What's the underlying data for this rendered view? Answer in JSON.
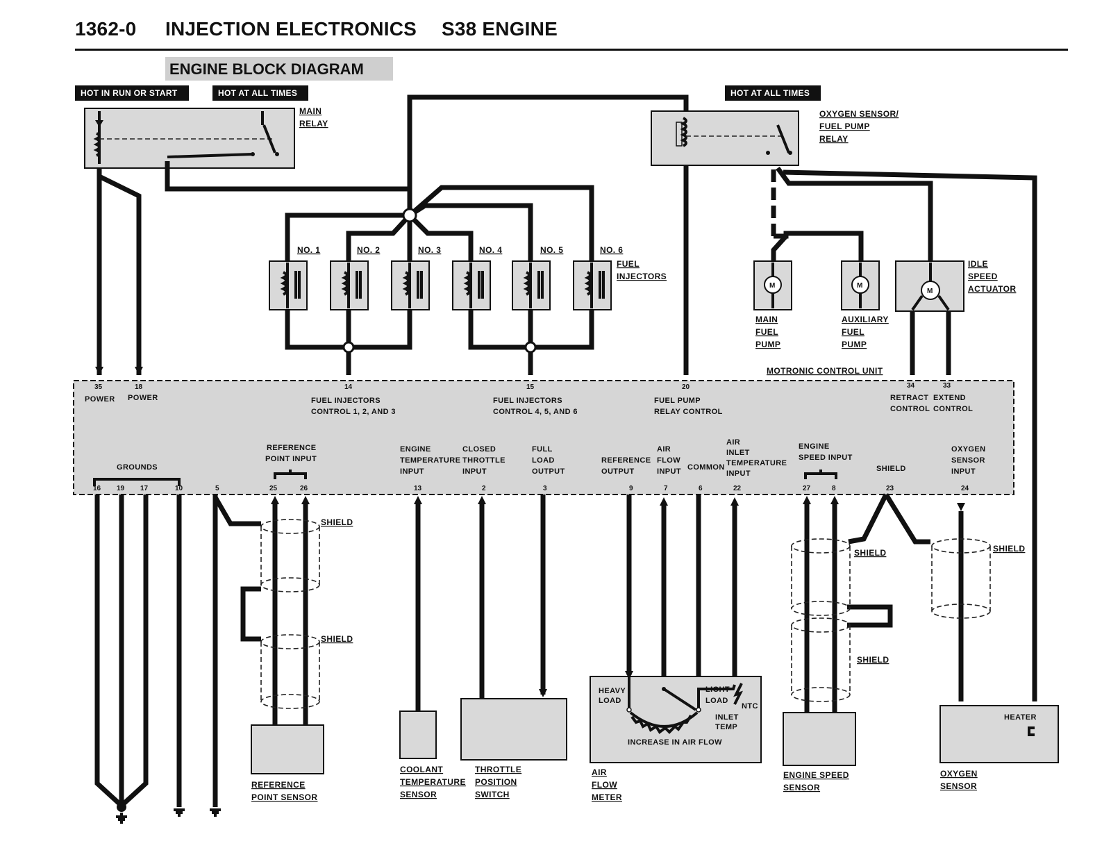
{
  "header": {
    "section": "1362-0",
    "title": "INJECTION ELECTRONICS",
    "engine": "S38 ENGINE"
  },
  "diagram_title": "ENGINE BLOCK DIAGRAM",
  "tags": {
    "hot_run_start": "HOT IN RUN OR START",
    "hot_all_times_1": "HOT AT ALL TIMES",
    "hot_all_times_2": "HOT AT ALL TIMES"
  },
  "relays": {
    "main": [
      "MAIN",
      "RELAY"
    ],
    "oxygen": [
      "OXYGEN SENSOR/",
      "FUEL PUMP",
      "RELAY"
    ]
  },
  "injectors": {
    "labels": [
      "NO. 1",
      "NO. 2",
      "NO. 3",
      "NO. 4",
      "NO. 5",
      "NO. 6"
    ],
    "caption": [
      "FUEL",
      "INJECTORS"
    ]
  },
  "pumps": {
    "motor_symbol": "M",
    "main": [
      "MAIN",
      "FUEL",
      "PUMP"
    ],
    "aux": [
      "AUXILIARY",
      "FUEL",
      "PUMP"
    ],
    "idle": [
      "IDLE",
      "SPEED",
      "ACTUATOR"
    ]
  },
  "ecu": {
    "name": "MOTRONIC CONTROL UNIT",
    "top_pins": [
      {
        "num": "35",
        "label": [
          "POWER"
        ]
      },
      {
        "num": "18",
        "label": [
          "POWER"
        ]
      },
      {
        "num": "14",
        "label": [
          "FUEL INJECTORS",
          "CONTROL 1, 2, AND 3"
        ]
      },
      {
        "num": "15",
        "label": [
          "FUEL INJECTORS",
          "CONTROL 4, 5, AND 6"
        ]
      },
      {
        "num": "20",
        "label": [
          "FUEL PUMP",
          "RELAY CONTROL"
        ]
      },
      {
        "num": "34",
        "label": [
          "RETRACT",
          "CONTROL"
        ]
      },
      {
        "num": "33",
        "label": [
          "EXTEND",
          "CONTROL"
        ]
      }
    ],
    "bottom_labels": {
      "grounds": "GROUNDS",
      "ref_point": [
        "REFERENCE",
        "POINT INPUT"
      ],
      "eng_temp": [
        "ENGINE",
        "TEMPERATURE",
        "INPUT"
      ],
      "closed_throttle": [
        "CLOSED",
        "THROTTLE",
        "INPUT"
      ],
      "full_load": [
        "FULL",
        "LOAD",
        "OUTPUT"
      ],
      "ref_output": [
        "REFERENCE",
        "OUTPUT"
      ],
      "air_flow": [
        "AIR",
        "FLOW",
        "INPUT"
      ],
      "common": "COMMON",
      "air_inlet": [
        "AIR",
        "INLET",
        "TEMPERATURE",
        "INPUT"
      ],
      "eng_speed": [
        "ENGINE",
        "SPEED INPUT"
      ],
      "shield": "SHIELD",
      "oxygen": [
        "OXYGEN",
        "SENSOR",
        "INPUT"
      ]
    },
    "bottom_pins": [
      "16",
      "19",
      "17",
      "10",
      "5",
      "25",
      "26",
      "13",
      "2",
      "3",
      "9",
      "7",
      "6",
      "22",
      "27",
      "8",
      "23",
      "24"
    ]
  },
  "shield_label": "SHIELD",
  "sensors": {
    "ref_point": [
      "REFERENCE",
      "POINT SENSOR"
    ],
    "coolant": [
      "COOLANT",
      "TEMPERATURE",
      "SENSOR"
    ],
    "throttle": [
      "THROTTLE",
      "POSITION",
      "SWITCH"
    ],
    "afm": [
      "AIR",
      "FLOW",
      "METER"
    ],
    "afm_inner": {
      "heavy": [
        "HEAVY",
        "LOAD"
      ],
      "light": [
        "LIGHT",
        "LOAD"
      ],
      "ntc": "NTC",
      "inlet": [
        "INLET",
        "TEMP"
      ],
      "increase": "INCREASE IN AIR FLOW"
    },
    "eng_speed": [
      "ENGINE SPEED",
      "SENSOR"
    ],
    "oxygen": [
      "OXYGEN",
      "SENSOR"
    ],
    "heater": "HEATER"
  }
}
